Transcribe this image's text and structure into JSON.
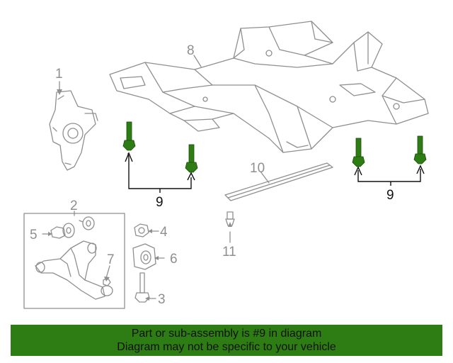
{
  "callouts": {
    "c1": "1",
    "c2": "2",
    "c3": "3",
    "c4": "4",
    "c5": "5",
    "c6": "6",
    "c7": "7",
    "c8": "8",
    "c9_left": "9",
    "c9_right": "9",
    "c10": "10",
    "c11": "11"
  },
  "highlighted_part": "9",
  "colors": {
    "highlight": "#2e7d14",
    "line_art": "#8f8f8f",
    "banner_bg": "#2e7d14"
  },
  "banner": {
    "line1": "Part or sub-assembly is #9 in diagram",
    "line2": "Diagram may not be specific to your vehicle"
  }
}
